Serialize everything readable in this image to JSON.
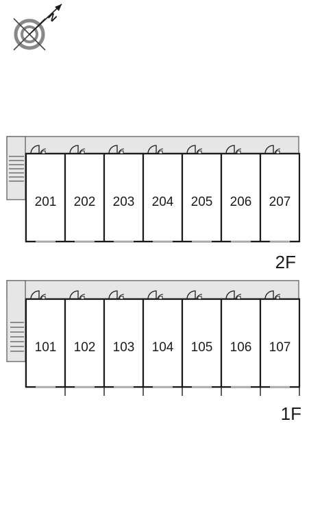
{
  "compass": {
    "icon": "compass-north-icon",
    "letter": "N"
  },
  "colors": {
    "line": "#1a1a1a",
    "corridor": "#e6e6e6",
    "compass": "#888888"
  },
  "floors": [
    {
      "name": "2F",
      "units": [
        "201",
        "202",
        "203",
        "204",
        "205",
        "206",
        "207"
      ]
    },
    {
      "name": "1F",
      "units": [
        "101",
        "102",
        "103",
        "104",
        "105",
        "106",
        "107"
      ]
    }
  ]
}
